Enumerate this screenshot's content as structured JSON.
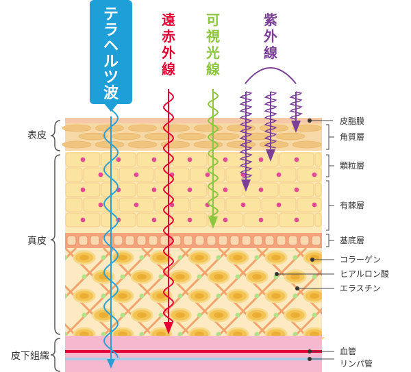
{
  "rays": {
    "terahertz": {
      "label": "テラヘルツ波",
      "color": "#2a9fd6"
    },
    "far_infrared": {
      "label": "遠赤外線",
      "color": "#e60033"
    },
    "visible": {
      "label": "可視光線",
      "color": "#8cc63f"
    },
    "ultraviolet": {
      "label": "紫外線",
      "color": "#7b3f98"
    }
  },
  "regions": {
    "epidermis": "表皮",
    "dermis": "真皮",
    "subcutaneous": "皮下組織"
  },
  "layers": {
    "sebum": "皮脂膜",
    "stratum_corneum": "角質層",
    "granular": "顆粒層",
    "spinous": "有棘層",
    "basal": "基底層",
    "collagen": "コラーゲン",
    "hyaluronic_acid": "ヒアルロン酸",
    "elastin": "エラスチン",
    "blood_vessel": "血管",
    "lymph_vessel": "リンパ管"
  },
  "colors": {
    "sebum": "#f5c9a8",
    "corneum": "#f7d9a8",
    "cell": "#fbe3a0",
    "cell_dot": "#e34a96",
    "basal": "#f4a47c",
    "dermis_bg": "#fde9c2",
    "fiber": "#f0a46c",
    "ellipse": "#f3c353",
    "green_dot": "#b5e08a",
    "subq": "#f6b8cf",
    "blood": "#e60033",
    "lymph": "#a6cbe8"
  }
}
